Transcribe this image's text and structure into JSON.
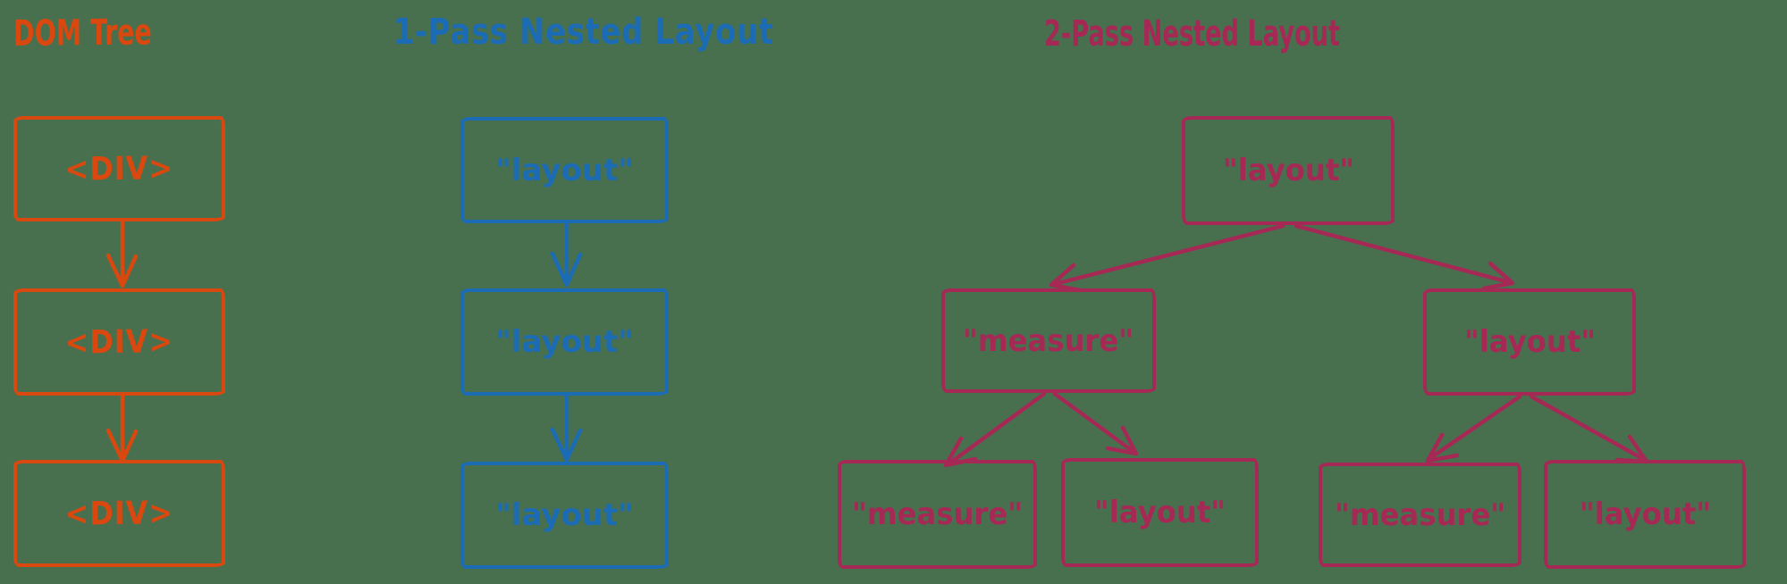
{
  "background_color": "#48704f",
  "colors": {
    "dom_tree": "#d9480f",
    "one_pass": "#1b6cb5",
    "two_pass": "#a62855"
  },
  "dom_tree": {
    "title": "DOM Tree",
    "nodes": [
      "<DIV>",
      "<DIV>",
      "<DIV>"
    ],
    "edges": [
      "node-1 -> node-2",
      "node-2 -> node-3"
    ]
  },
  "one_pass": {
    "title": "1-Pass Nested Layout",
    "nodes": [
      "\"layout\"",
      "\"layout\"",
      "\"layout\""
    ],
    "edges": [
      "node-1 -> node-2",
      "node-2 -> node-3"
    ]
  },
  "two_pass": {
    "title": "2-Pass Nested Layout",
    "root": "\"layout\"",
    "children": [
      "\"measure\"",
      "\"layout\""
    ],
    "grandchildren": [
      "\"measure\"",
      "\"layout\"",
      "\"measure\"",
      "\"layout\""
    ],
    "edges": [
      "root -> child-measure",
      "root -> child-layout",
      "child-measure -> grandchild-measure-1",
      "child-measure -> grandchild-layout-1",
      "child-layout -> grandchild-measure-2",
      "child-layout -> grandchild-layout-2"
    ]
  }
}
